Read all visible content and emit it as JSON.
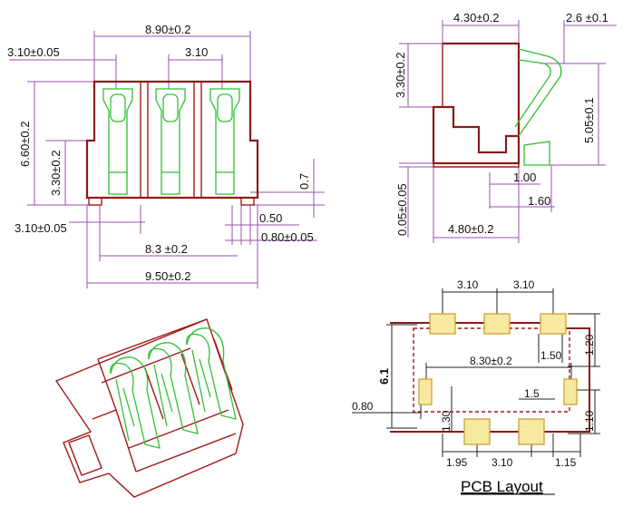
{
  "front_view": {
    "width_overall": "8.90±0.2",
    "pitch_left": "3.10±0.05",
    "pitch": "3.10",
    "height": "6.60±0.2",
    "height_lower": "3.30±0.2",
    "foot_height": "0.7",
    "pitch_bottom": "3.10±0.05",
    "pin_width": "0.50",
    "pin_span": "0.80±0.05",
    "pin_center_span": "8.3 ±0.2",
    "width_bottom": "9.50±0.2"
  },
  "side_view": {
    "top_width": "4.30±0.2",
    "lead_offset": "2.6 ±0.1",
    "upper_height": "3.30±0.2",
    "total_height": "5.05±0.1",
    "standoff": "0.05±0.05",
    "lead_length": "1.00",
    "lead_reach": "1.60",
    "base_width": "4.80±0.2"
  },
  "pcb_layout": {
    "title": "PCB Layout",
    "pitch_top_left": "3.10",
    "pitch_top_right": "3.10",
    "row_height": "6.1",
    "pad_top_height": "1.20",
    "pad_width": "1.50",
    "center_span": "8.30±0.2",
    "side_offset": "0.80",
    "pad_offset": "1.5",
    "pad_small_height": "1.30",
    "bottom_pad_height": "1.10",
    "bottom_left": "1.95",
    "bottom_pitch": "3.10",
    "bottom_right": "1.15"
  },
  "colors": {
    "housing": "#8b1a1a",
    "contacts": "#30c030",
    "dimension_lines": "#9a4fb0",
    "pads": "#f7e9a0"
  }
}
